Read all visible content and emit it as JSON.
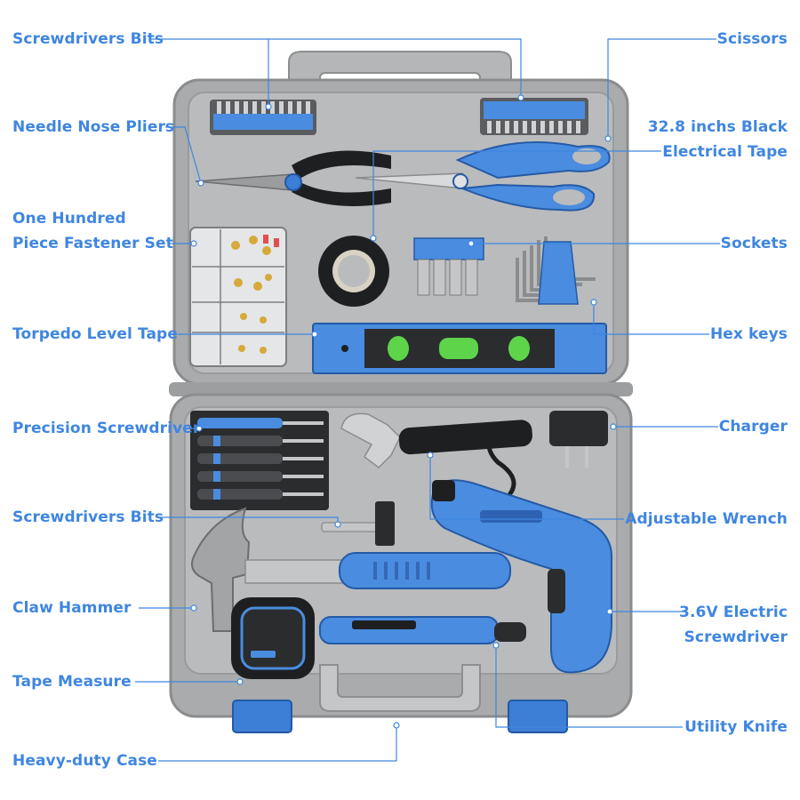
{
  "colors": {
    "accent": "#3f86e0",
    "case_grey": "#a9abad",
    "tool_blue": "#4a8cdf"
  },
  "labels": {
    "screwdriver_bits_top": "Screwdrivers Bits",
    "needle_nose_pliers": "Needle Nose Pliers",
    "fastener_set_line1": "One Hundred",
    "fastener_set_line2": "Piece Fastener Set",
    "torpedo_level": "Torpedo Level Tape",
    "precision_screwdriver": "Precision Screwdriver",
    "screwdriver_bits_bottom": "Screwdrivers Bits",
    "claw_hammer": "Claw Hammer",
    "tape_measure": "Tape Measure",
    "heavy_duty_case": "Heavy-duty Case",
    "scissors": "Scissors",
    "electrical_tape_line1": "32.8 inchs Black",
    "electrical_tape_line2": "Electrical Tape",
    "sockets": "Sockets",
    "hex_keys": "Hex keys",
    "charger": "Charger",
    "adjustable_wrench": "Adjustable Wrench",
    "electric_screwdriver_line1": "3.6V Electric",
    "electric_screwdriver_line2": "Screwdriver",
    "utility_knife": "Utility Knife"
  }
}
